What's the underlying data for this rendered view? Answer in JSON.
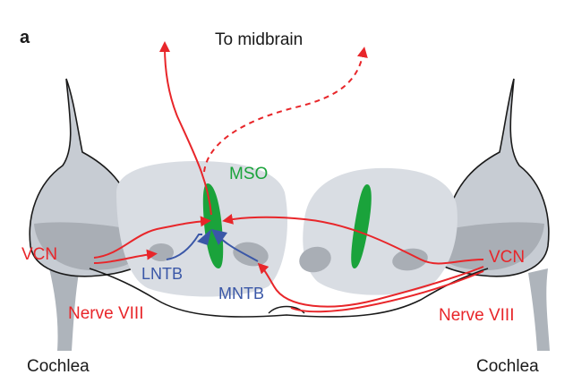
{
  "panel_label": "a",
  "labels": {
    "to_midbrain": "To midbrain",
    "mso": "MSO",
    "vcn_left": "VCN",
    "vcn_right": "VCN",
    "lntb": "LNTB",
    "mntb": "MNTB",
    "nerve_left": "Nerve VIII",
    "nerve_right": "Nerve VIII",
    "cochlea_left": "Cochlea",
    "cochlea_right": "Cochlea"
  },
  "colors": {
    "excitatory": "#e8262a",
    "inhibitory": "#3a57a7",
    "mso": "#1aa33b",
    "tissue_light": "#d9dde3",
    "tissue_dark": "#bfc4cb",
    "nucleus_dark": "#a9aeb5",
    "nerve_gray": "#aeb4bb",
    "outline": "#1a1a1a",
    "text": "#1a1a1a"
  }
}
